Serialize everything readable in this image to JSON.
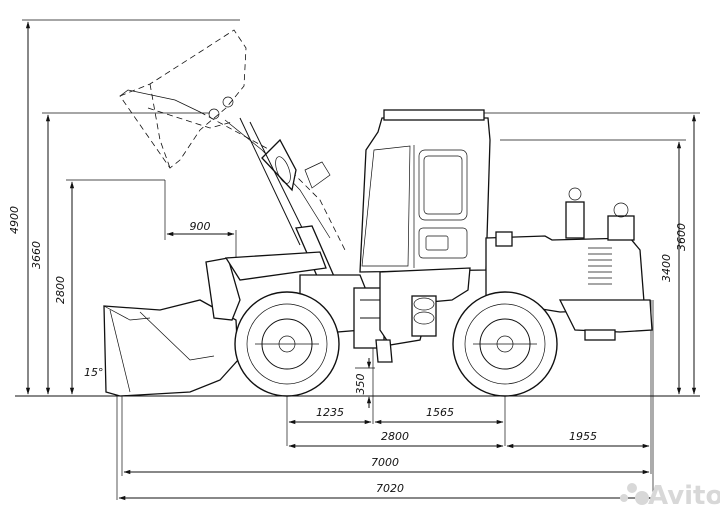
{
  "vertical_dims": {
    "h4900": "4900",
    "h3660": "3660",
    "h2800": "2800",
    "h3600": "3600",
    "h3400": "3400",
    "h350": "350",
    "angle": "15°"
  },
  "horizontal_dims": {
    "reach900": "900",
    "d1235": "1235",
    "d1565": "1565",
    "d2800": "2800",
    "d1955": "1955",
    "d7000": "7000",
    "d7020": "7020"
  },
  "watermark": "Avito"
}
